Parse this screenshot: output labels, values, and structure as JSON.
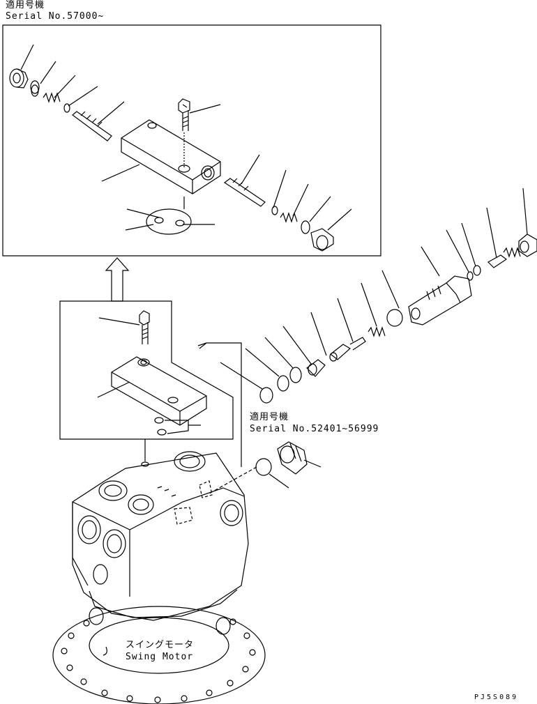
{
  "labels": {
    "top_applicable": "適用号機",
    "top_serial": "Serial No.57000~",
    "mid_applicable": "適用号機",
    "mid_serial": "Serial No.52401~56999",
    "motor_jp": "スイングモータ",
    "motor_en": "Swing Motor",
    "drawing_code": "PJ5S089"
  }
}
